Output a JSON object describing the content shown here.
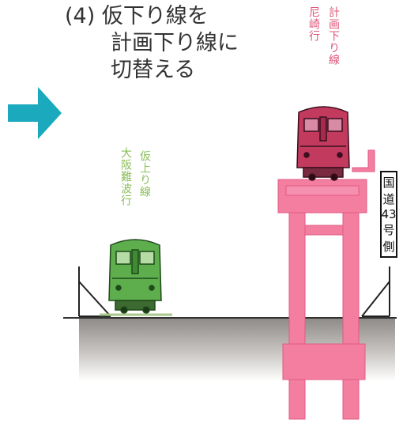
{
  "title": {
    "line1": "(4) 仮下り線を",
    "line2": "計画下り線に",
    "line3": "切替える"
  },
  "labels": {
    "temp_line_1": "仮上り線",
    "temp_line_2": "大阪難波行",
    "plan_line_1": "計画下り線",
    "plan_line_2": "尼崎行",
    "road_chars": [
      "国",
      "道",
      "43",
      "号",
      "側"
    ]
  },
  "colors": {
    "arrow": "#1aa9bd",
    "temp_train": "#5fae4e",
    "plan_train": "#c23a5e",
    "viaduct": "#f37ea0",
    "ground": "#9a9693"
  },
  "icons": {
    "arrow": "right-arrow-icon"
  }
}
